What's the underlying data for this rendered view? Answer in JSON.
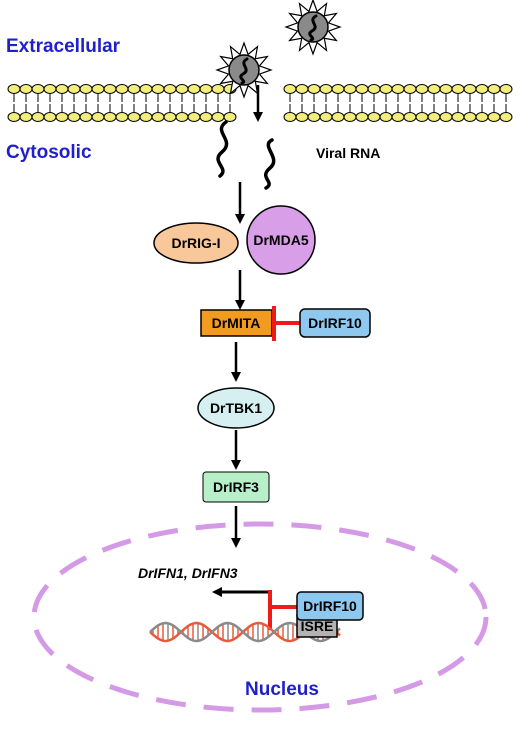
{
  "labels": {
    "extracellular": "Extracellular",
    "cytosolic": "Cytosolic",
    "viral_rna": "Viral RNA",
    "nucleus": "Nucleus"
  },
  "nodes": {
    "rig1": "DrRIG-I",
    "mda5": "DrMDA5",
    "mita": "DrMITA",
    "irf10_cyto": "DrIRF10",
    "tbk1": "DrTBK1",
    "irf3": "DrIRF3",
    "irf10_nuc": "DrIRF10",
    "isre": "ISRE"
  },
  "genes": {
    "ifn1": "DrIFN1",
    "sep": ", ",
    "ifn3": "DrIFN3"
  },
  "colors": {
    "label_blue": "#1f1fcc",
    "membrane": "#f2ee7a",
    "rig1_fill": "#f8c79a",
    "mda5_fill": "#d99ee8",
    "mita_fill": "#f39b1f",
    "irf10_fill": "#8ec8ee",
    "tbk1_fill": "#d6f0f2",
    "irf3_fill": "#b7f0c8",
    "isre_fill": "#b3b3b3",
    "inhibit_red": "#ee1b1b",
    "nucleus_dash": "#d49ae6",
    "dna_red": "#e85a3a",
    "dna_grey": "#8a8a8a"
  }
}
